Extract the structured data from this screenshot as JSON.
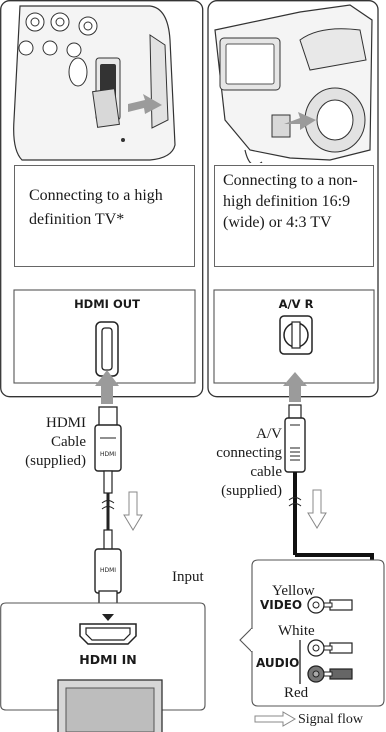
{
  "left_panel": {
    "caption": "Connecting to a high definition TV*",
    "port_label": "HDMI OUT",
    "cable_label": "HDMI\nCable\n(supplied)",
    "input_label": "Input",
    "tv_port_label": "HDMI IN"
  },
  "right_panel": {
    "caption": "Connecting to a non-high definition 16:9 (wide) or 4:3 TV",
    "port_label": "A/V R",
    "cable_label": "A/V\nconnecting\ncable\n(supplied)"
  },
  "av_jacks": {
    "yellow_label": "Yellow",
    "video_label": "VIDEO",
    "white_label": "White",
    "audio_label": "AUDIO",
    "red_label": "Red"
  },
  "legend": {
    "signal_flow": "Signal flow"
  },
  "colors": {
    "arrow": "#9b9b9b",
    "line": "#222222",
    "light_gray": "#d9d9d9"
  }
}
